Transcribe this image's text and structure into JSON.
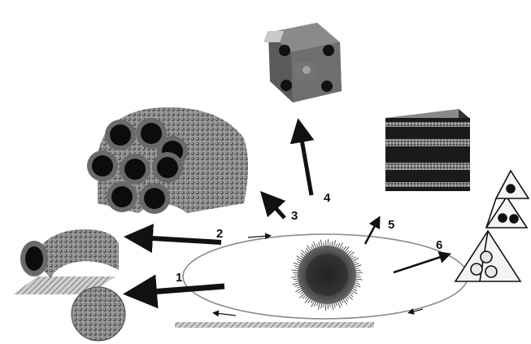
{
  "labels": {
    "step1": "1",
    "step2": "2",
    "step3": "3",
    "step4": "4",
    "step5": "5",
    "step6": "6"
  },
  "colors": {
    "background": "#ffffff",
    "dark": "#111111",
    "bead": "#7a7a7a",
    "loop": "#8a8a8a"
  }
}
